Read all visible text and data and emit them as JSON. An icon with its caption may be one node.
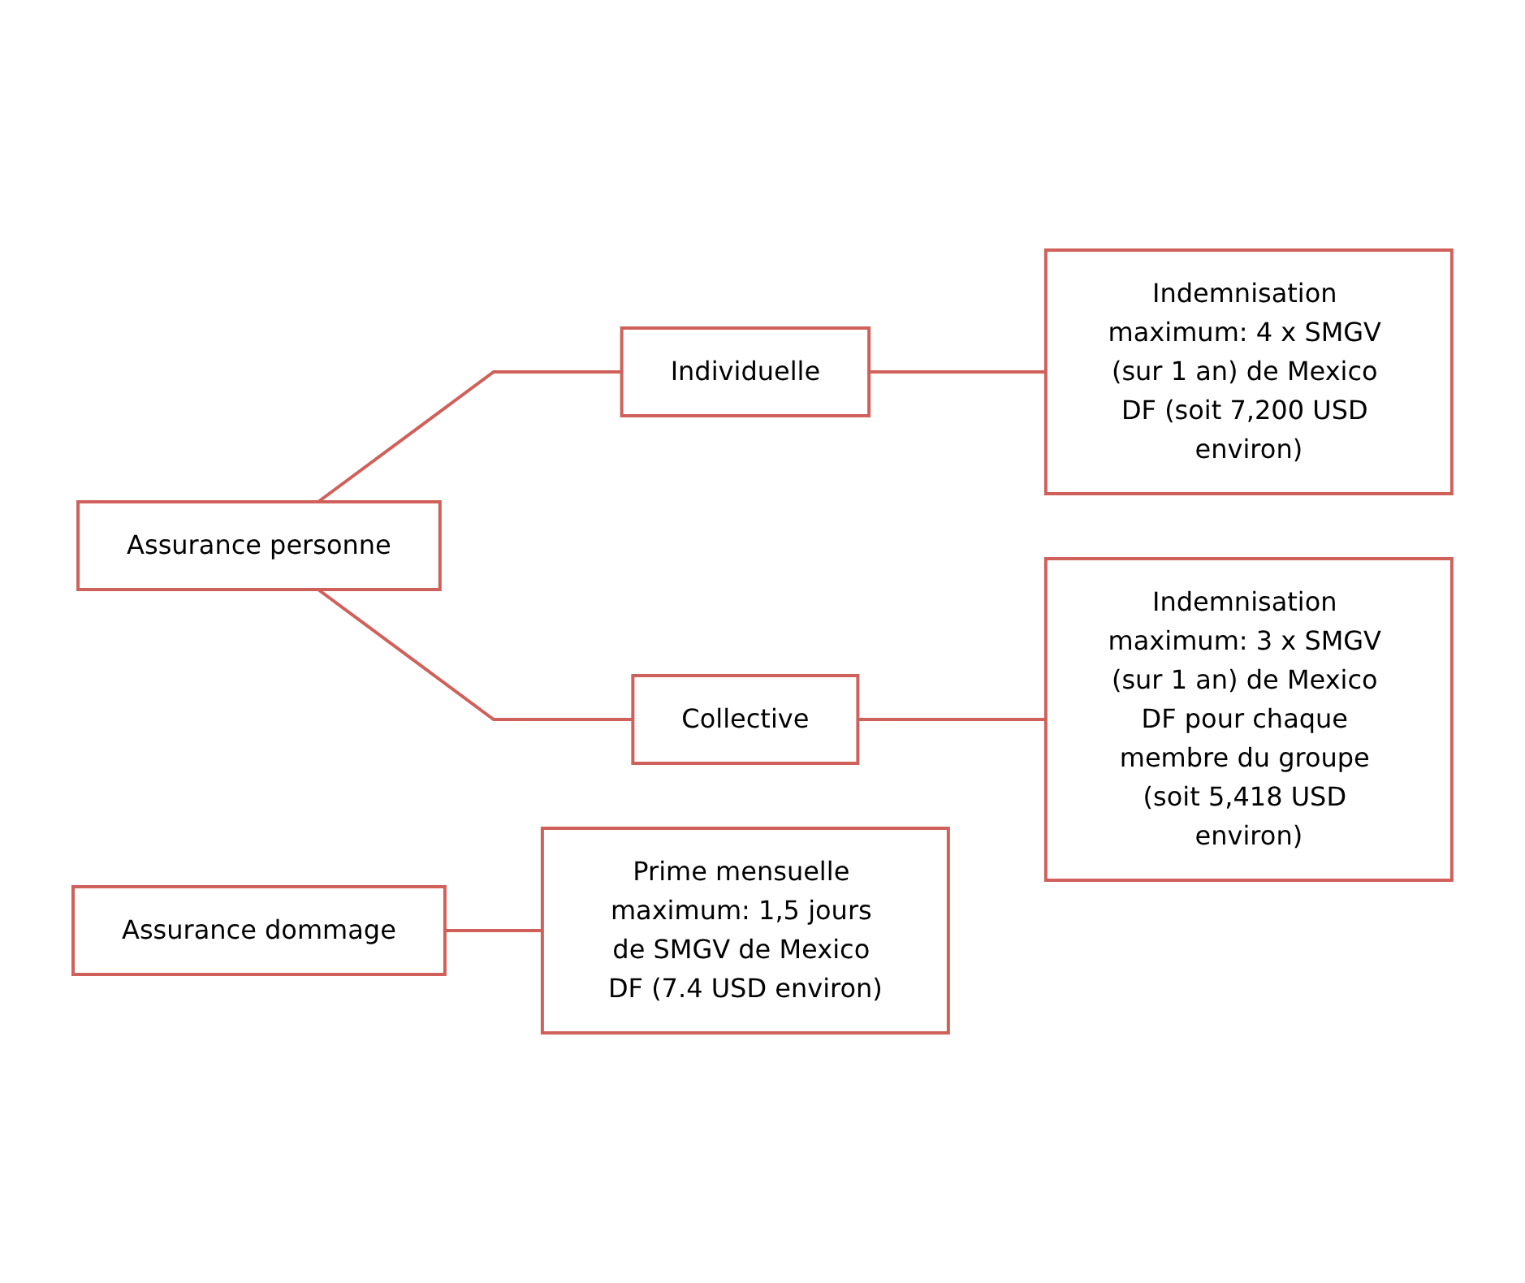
{
  "diagram": {
    "nodes": [
      {
        "text": [
          "Assurance personne"
        ]
      },
      {
        "text": [
          "Individuelle"
        ]
      },
      {
        "text": [
          "Indemnisation maximum: 4 x SMGV (sur 1 an) de Mexico DF (soit 7,200 USD environ)"
        ]
      },
      {
        "text": [
          "Collective"
        ]
      },
      {
        "text": [
          "Indemnisation maximum: 3 x SMGV (sur 1 an) de Mexico DF pour chaque membre du groupe (soit 5,418 USD environ)"
        ]
      },
      {
        "text": [
          "Assurance dommage"
        ]
      },
      {
        "text": [
          "Prime mensuelle maximum: 1,5 jours de SMGV de Mexico DF (7.4 USD environ)"
        ]
      }
    ],
    "edges": [
      {
        "from": 0,
        "to": 1,
        "arrow": "none"
      },
      {
        "from": 0,
        "to": 3,
        "arrow": "none"
      },
      {
        "from": 1,
        "to": 2,
        "arrow": "none"
      },
      {
        "from": 3,
        "to": 4,
        "arrow": "none"
      },
      {
        "from": 5,
        "to": 6,
        "arrow": "none"
      }
    ]
  }
}
